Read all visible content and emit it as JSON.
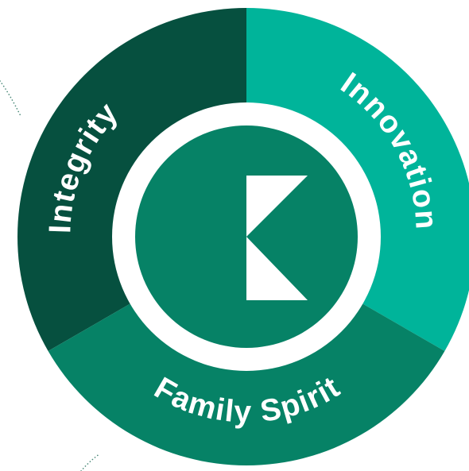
{
  "segments": [
    {
      "key": "integrity",
      "label": "Integrity",
      "color": "#06503f"
    },
    {
      "key": "innovation",
      "label": "Innovation",
      "color": "#00b49a"
    },
    {
      "key": "family-spirit",
      "label": "Family Spirit",
      "color": "#068266"
    }
  ],
  "colors": {
    "ring_gap": "#ffffff",
    "center_disc": "#068266",
    "logo_mark": "#ffffff",
    "dotted_decoration": "#4c8a79"
  },
  "logo": {
    "icon": "k-logo-icon"
  }
}
